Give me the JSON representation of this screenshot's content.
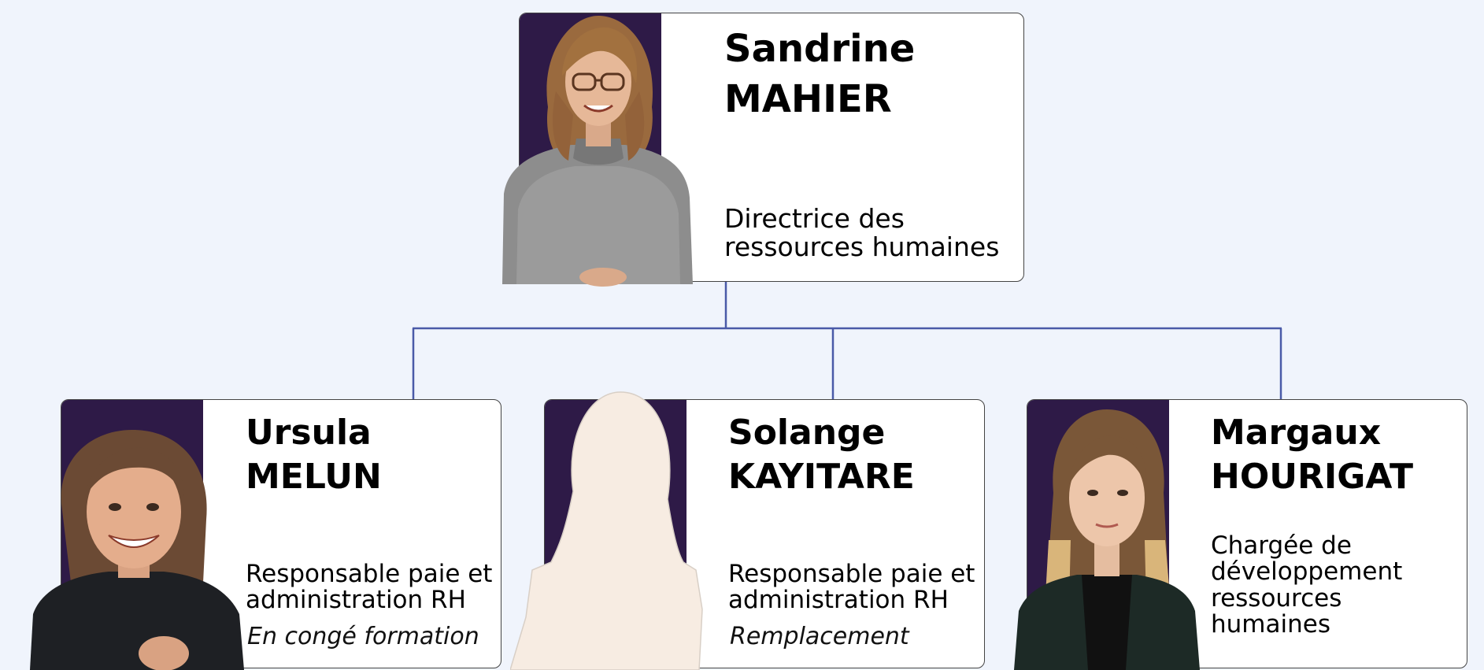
{
  "people": {
    "top": {
      "first_name": "Sandrine",
      "last_name": "MAHIER",
      "role_line1": "Directrice des",
      "role_line2": "ressources humaines"
    },
    "left": {
      "first_name": "Ursula",
      "last_name": "MELUN",
      "role_line1": "Responsable paie et",
      "role_line2": "administration RH",
      "note": "En congé formation"
    },
    "middle": {
      "first_name": "Solange",
      "last_name": "KAYITARE",
      "role_line1": "Responsable paie et",
      "role_line2": "administration RH",
      "note": "Remplacement"
    },
    "right": {
      "first_name": "Margaux",
      "last_name": "HOURIGAT",
      "role_line1": "Chargée de",
      "role_line2": "développement",
      "role_line3": "ressources",
      "role_line4": "humaines"
    }
  },
  "colors": {
    "background": "#f0f4fc",
    "photo_panel": "#2e1a47",
    "connector": "#4a5aa8",
    "card_border": "#444444"
  }
}
